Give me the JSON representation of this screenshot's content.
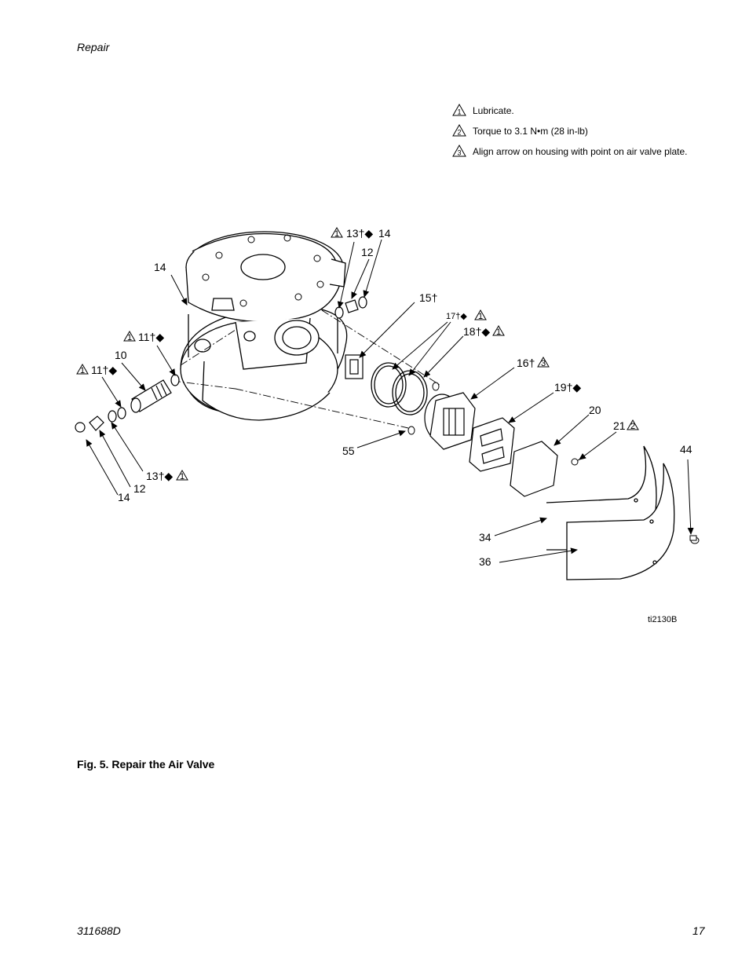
{
  "header": {
    "section": "Repair"
  },
  "legend": [
    {
      "num": "1",
      "text": "Lubricate."
    },
    {
      "num": "2",
      "text": "Torque to 3.1 N•m (28 in-lb)"
    },
    {
      "num": "3",
      "text": "Align arrow on housing with point on air valve plate."
    }
  ],
  "labels": {
    "l14a": "14",
    "l13top": "13†◆",
    "l14top": "14",
    "l12top": "12",
    "l15": "15†",
    "l17": "17†◆",
    "l18": "18†◆",
    "l16": "16†",
    "l11a": "11†◆",
    "l10": "10",
    "l11b": "11†◆",
    "l19": "19†◆",
    "l20": "20",
    "l21": "21",
    "l44": "44",
    "l55": "55",
    "l13bot": "13†◆",
    "l12bot": "12",
    "l14bot": "14",
    "l34": "34",
    "l36": "36",
    "warn1": "1",
    "warn2": "2",
    "warn3": "3",
    "tid": "ti2130B"
  },
  "caption": {
    "fig": "Fig. 5.",
    "title": "Repair the Air Valve"
  },
  "footer": {
    "doc": "311688D",
    "page": "17"
  }
}
